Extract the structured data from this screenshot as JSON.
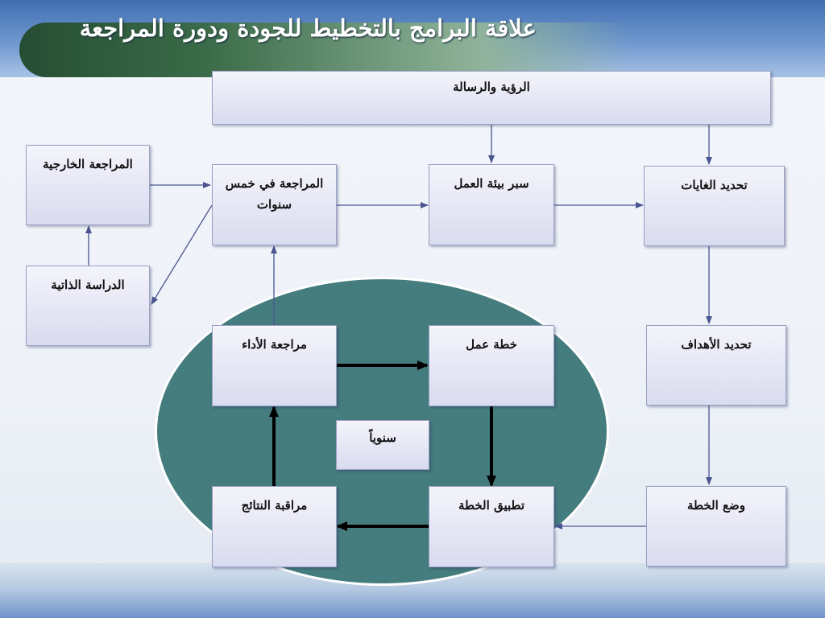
{
  "slide": {
    "title": "علاقة البرامج بالتخطيط للجودة ودورة المراجعة"
  },
  "boxes": {
    "vision": "الرؤية والرسالة",
    "external_review": "المراجعة الخارجية",
    "five_year_review": "المراجعة في خمس سنوات",
    "environment_scan": "سبر بيئة العمل",
    "goals": "تحديد الغايات",
    "self_study": "الدراسة الذاتية",
    "performance_review": "مراجعة الأداء",
    "action_plan": "خطة عمل",
    "objectives": "تحديد الأهداف",
    "annually": "سنوياً",
    "results_monitoring": "مراقبة النتائج",
    "plan_implementation": "تطبيق الخطة",
    "plan_setting": "وضع الخطة"
  },
  "colors": {
    "ellipse_fill": "#457c7e",
    "thin_arrow": "#4a5590",
    "thick_arrow": "#000000"
  }
}
